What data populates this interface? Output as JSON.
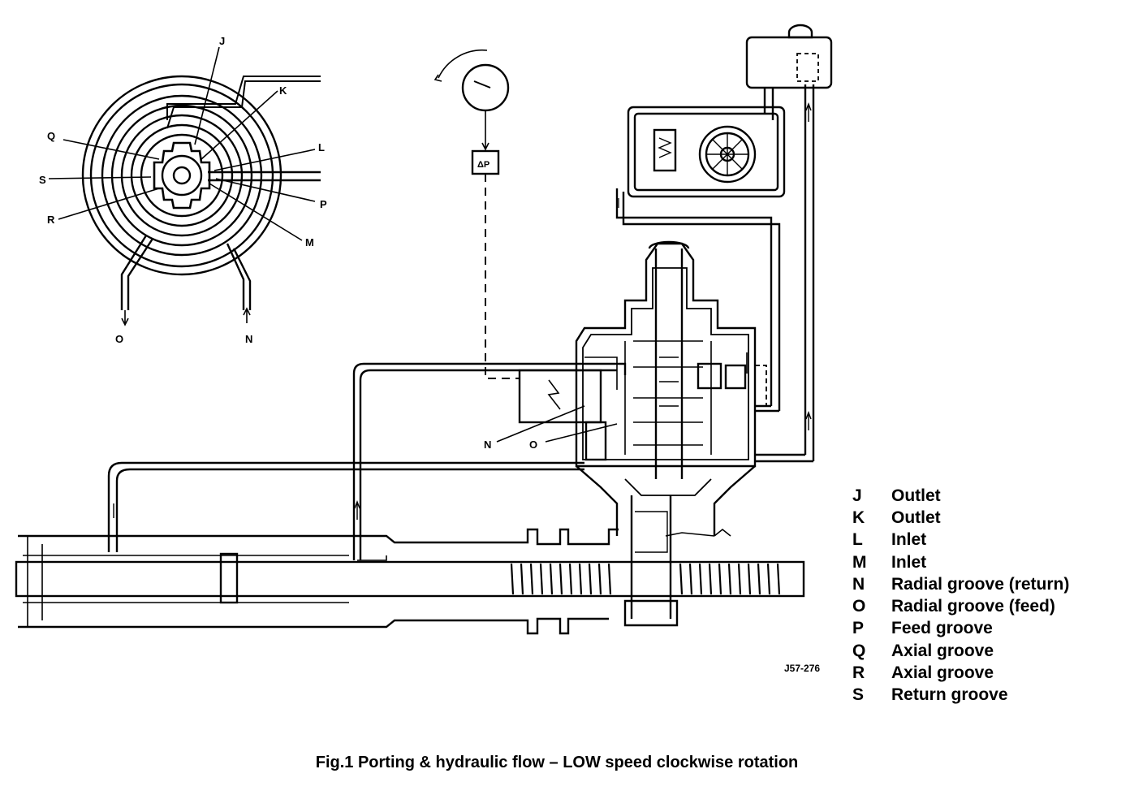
{
  "disc_labels": [
    "J",
    "K",
    "L",
    "P",
    "M",
    "Q",
    "S",
    "R",
    "O",
    "N"
  ],
  "callouts": [
    "N",
    "O"
  ],
  "gauge_symbol": "ΔP",
  "reference_code": "J57-276",
  "legend": [
    {
      "key": "J",
      "label": "Outlet"
    },
    {
      "key": "K",
      "label": "Outlet"
    },
    {
      "key": "L",
      "label": "Inlet"
    },
    {
      "key": "M",
      "label": "Inlet"
    },
    {
      "key": "N",
      "label": "Radial groove (return)"
    },
    {
      "key": "O",
      "label": "Radial groove (feed)"
    },
    {
      "key": "P",
      "label": "Feed groove"
    },
    {
      "key": "Q",
      "label": "Axial groove"
    },
    {
      "key": "R",
      "label": "Axial groove"
    },
    {
      "key": "S",
      "label": "Return groove"
    }
  ],
  "caption": "Fig.1  Porting & hydraulic flow – LOW speed clockwise rotation"
}
